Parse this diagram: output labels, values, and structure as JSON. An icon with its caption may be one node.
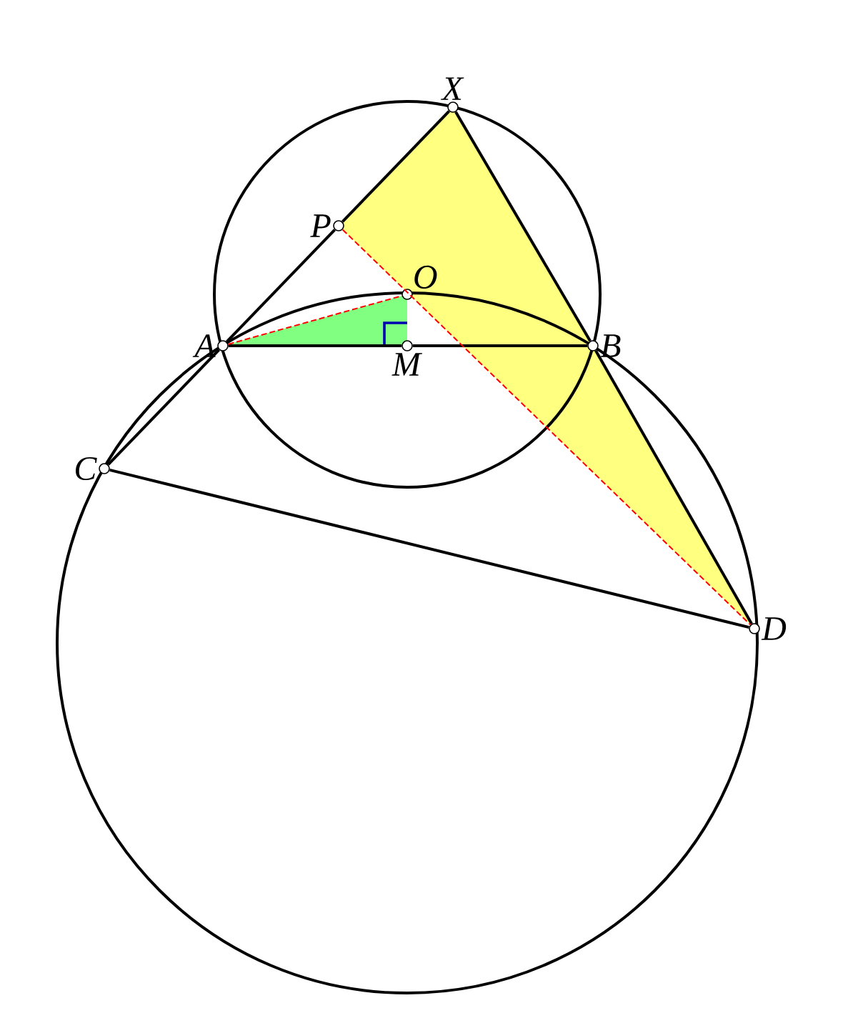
{
  "diagram": {
    "nodes": [
      {
        "text": [
          "*X*"
        ]
      },
      {
        "text": [
          "*P*"
        ]
      },
      {
        "text": [
          "*O*"
        ]
      },
      {
        "text": [
          "*A*"
        ]
      },
      {
        "text": [
          "*B*"
        ]
      },
      {
        "text": [
          "*M*"
        ]
      },
      {
        "text": [
          "*C*"
        ]
      },
      {
        "text": [
          "*D*"
        ]
      }
    ],
    "edges": [
      {
        "from": 6,
        "to": 3,
        "arrow": "none"
      },
      {
        "from": 3,
        "to": 1,
        "arrow": "none"
      },
      {
        "from": 1,
        "to": 0,
        "arrow": "none"
      },
      {
        "from": 0,
        "to": 4,
        "arrow": "none"
      },
      {
        "from": 4,
        "to": 7,
        "arrow": "none"
      },
      {
        "from": 6,
        "to": 7,
        "arrow": "none"
      },
      {
        "from": 3,
        "to": 5,
        "arrow": "none"
      },
      {
        "from": 5,
        "to": 4,
        "arrow": "none"
      },
      {
        "from": 3,
        "to": 2,
        "arrow": "none",
        "style": "dashed",
        "color": "#ff0000"
      },
      {
        "from": 1,
        "to": 7,
        "arrow": "none",
        "style": "dashed",
        "color": "#ff0000"
      }
    ]
  }
}
